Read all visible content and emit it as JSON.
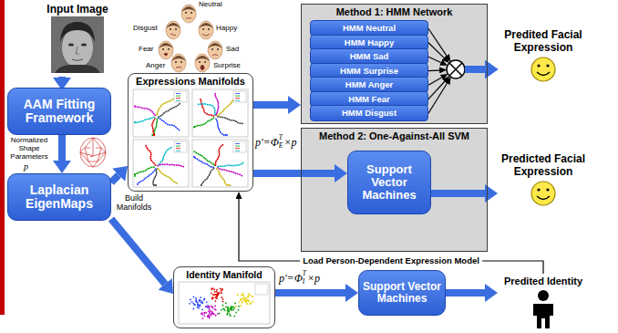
{
  "diagram": {
    "nodes": [
      {
        "text": [
          "Input Image"
        ]
      },
      {
        "text": [
          "AAM Fitting Framework"
        ]
      },
      {
        "text": [
          "Laplacian EigenMaps"
        ]
      },
      {
        "text": [
          "Expressions Manifolds"
        ]
      },
      {
        "text": [
          "Method 1: HMM Network"
        ]
      },
      {
        "text": [
          "HMM Neutral"
        ],
        "in": 4
      },
      {
        "text": [
          "HMM Happy"
        ],
        "in": 4
      },
      {
        "text": [
          "HMM Sad"
        ],
        "in": 4
      },
      {
        "text": [
          "HMM Surprise"
        ],
        "in": 4
      },
      {
        "text": [
          "HMM Anger"
        ],
        "in": 4
      },
      {
        "text": [
          "HMM Fear"
        ],
        "in": 4
      },
      {
        "text": [
          "HMM Disgust"
        ],
        "in": 4
      },
      {
        "text": [
          "Predited Facial Expression"
        ]
      },
      {
        "text": [
          "Method 2: One-Against-All SVM"
        ]
      },
      {
        "text": [
          "Support Vector Machines"
        ],
        "in": 13
      },
      {
        "text": [
          "Predicted Facial Expression"
        ]
      },
      {
        "text": [
          "Identity Manifold"
        ]
      },
      {
        "text": [
          "Support Vector Machines"
        ]
      },
      {
        "text": [
          "Predited Identity"
        ]
      }
    ],
    "edges": [
      {
        "from": 0,
        "to": 1,
        "arrow": "to"
      },
      {
        "from": 1,
        "to": 2,
        "arrow": "to"
      },
      {
        "from": 2,
        "to": 3,
        "arrow": "to"
      },
      {
        "from": 2,
        "to": 16,
        "arrow": "to"
      },
      {
        "from": 3,
        "to": 4,
        "arrow": "to"
      },
      {
        "from": 3,
        "to": 14,
        "arrow": "to"
      },
      {
        "from": 5,
        "to": 12,
        "arrow": "to"
      },
      {
        "from": 6,
        "to": 12,
        "arrow": "to"
      },
      {
        "from": 7,
        "to": 12,
        "arrow": "to"
      },
      {
        "from": 8,
        "to": 12,
        "arrow": "to"
      },
      {
        "from": 9,
        "to": 12,
        "arrow": "to"
      },
      {
        "from": 10,
        "to": 12,
        "arrow": "to"
      },
      {
        "from": 11,
        "to": 12,
        "arrow": "to"
      },
      {
        "from": 14,
        "to": 15,
        "arrow": "to"
      },
      {
        "from": 16,
        "to": 17,
        "arrow": "to"
      },
      {
        "from": 17,
        "to": 18,
        "arrow": "to"
      },
      {
        "from": 18,
        "to": 3,
        "label": "Load Person-Dependent Expression Model",
        "arrow": "to"
      }
    ],
    "labels": [
      "Neutral",
      "Disgust",
      "Happy",
      "Fear",
      "Sad",
      "Anger",
      "Surprise",
      "Normalized Shape Parameters",
      "p",
      "Build Manifolds",
      "p'=Φ",
      "E",
      "T",
      "×p",
      "p'=Φ",
      "I",
      "T",
      "×p"
    ]
  }
}
